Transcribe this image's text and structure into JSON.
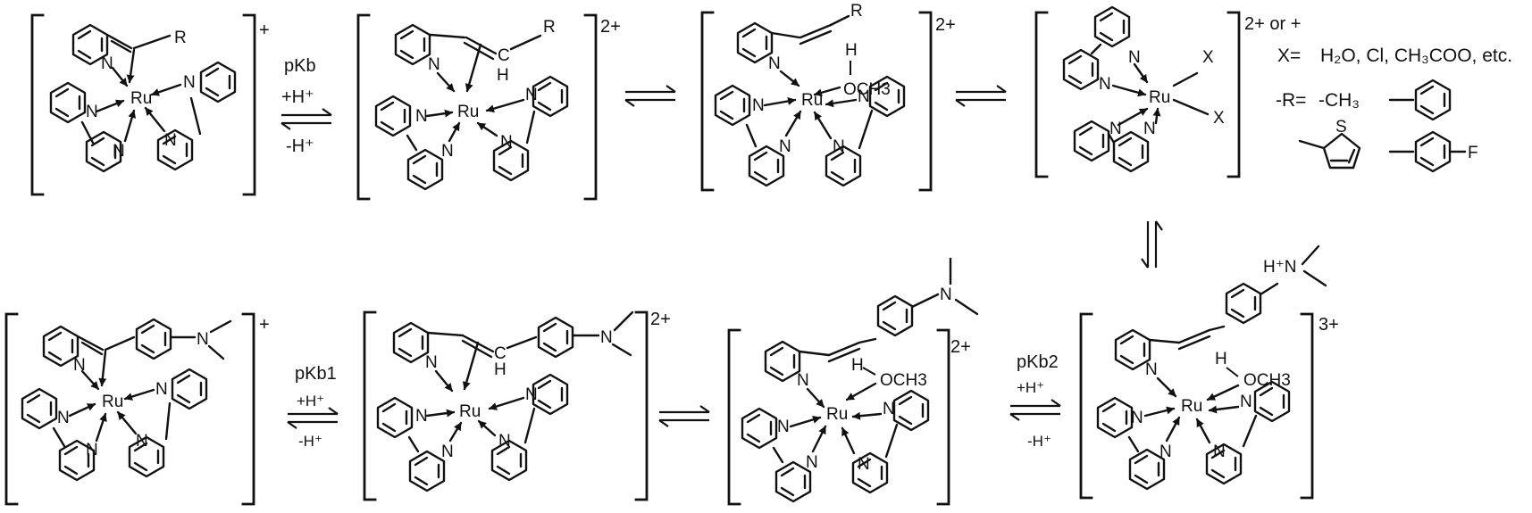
{
  "figure": {
    "atoms": {
      "ru": "Ru",
      "n": "N",
      "s": "S",
      "f": "F",
      "h": "H",
      "c": "C",
      "r": "R",
      "x": "X",
      "ocH3": "OCH3",
      "hplusN": "H⁺N"
    },
    "charges": {
      "c1": "+",
      "c2": "2+",
      "c3": "2+",
      "c4": "2+ or +",
      "c5": "+",
      "c6": "2+",
      "c7": "2+",
      "c8": "3+"
    },
    "conditions": {
      "top1": [
        "pKb",
        "+H⁺",
        "-H⁺"
      ],
      "bot1": [
        "pKb1",
        "+H⁺",
        "-H⁺"
      ],
      "bot4": [
        "pKb2",
        "+H⁺",
        "-H⁺"
      ]
    },
    "legend": {
      "x_label": "X=",
      "x_values": "H₂O, Cl, CH₃COO, etc.",
      "r_label": "-R=",
      "r_value_1": "-CH₃"
    }
  }
}
